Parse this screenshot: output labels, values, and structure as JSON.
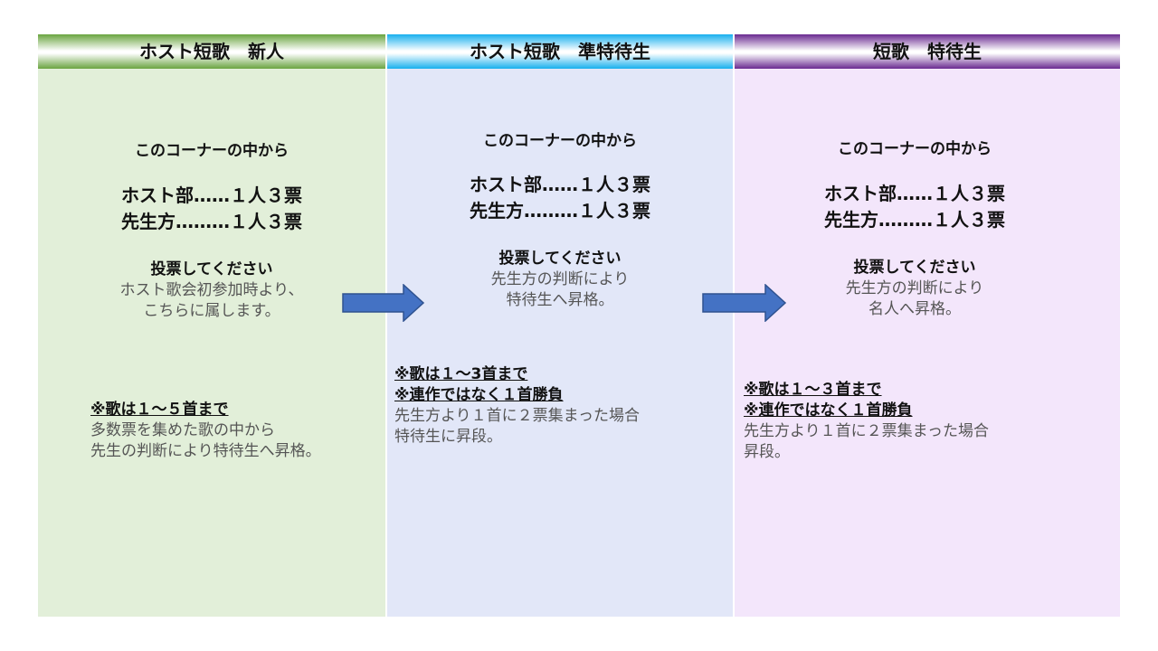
{
  "columns": [
    {
      "header": "ホスト短歌　新人",
      "intro": "このコーナーの中から",
      "votes": [
        "ホスト部……１人３票",
        "先生方………１人３票"
      ],
      "ask": "投票してください",
      "notes": [
        "ホスト歌会初参加時より、",
        "こちらに属します。"
      ],
      "rules_bold": [
        "※歌は１～５首まで"
      ],
      "rules_text": [
        "多数票を集めた歌の中から",
        "先生の判断により特待生へ昇格。"
      ]
    },
    {
      "header": "ホスト短歌　準特待生",
      "intro": "このコーナーの中から",
      "votes": [
        "ホスト部……１人３票",
        "先生方………１人３票"
      ],
      "ask": "投票してください",
      "notes": [
        "先生方の判断により",
        "特待生へ昇格。"
      ],
      "rules_bold": [
        "※歌は１～3首まで",
        "※連作ではなく１首勝負"
      ],
      "rules_text": [
        "先生方より１首に２票集まった場合",
        "特待生に昇段。"
      ]
    },
    {
      "header": "短歌　特待生",
      "intro": "このコーナーの中から",
      "votes": [
        "ホスト部……１人３票",
        "先生方………１人３票"
      ],
      "ask": "投票してください",
      "notes": [
        "先生方の判断により",
        "名人へ昇格。"
      ],
      "rules_bold": [
        "※歌は１～３首まで",
        "※連作ではなく１首勝負"
      ],
      "rules_text": [
        "先生方より１首に２票集まった場合",
        "昇段。"
      ]
    }
  ],
  "colors": {
    "col1_bg": "#e2efd9",
    "col2_bg": "#e2e7f8",
    "col3_bg": "#f3e6fb",
    "header1": "#6aa440",
    "header2": "#18b0ee",
    "header3": "#6a2a90",
    "arrow_fill": "#4472c4",
    "arrow_stroke": "#2f528f"
  },
  "icons": [
    "right-arrow-icon",
    "right-arrow-icon"
  ]
}
